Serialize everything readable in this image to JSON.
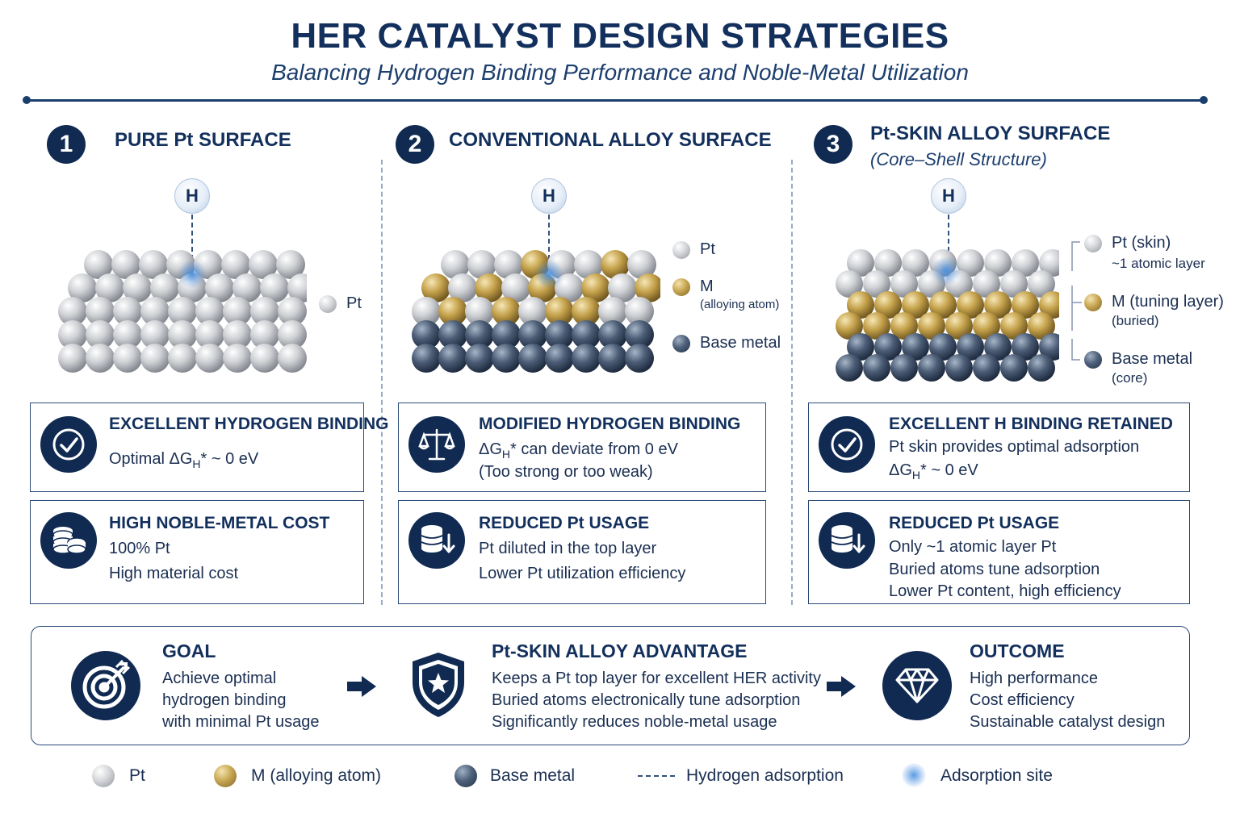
{
  "header": {
    "title": "HER CATALYST DESIGN STRATEGIES",
    "subtitle": "Balancing Hydrogen Binding Performance and Noble-Metal Utilization"
  },
  "sections": [
    {
      "number": "1",
      "title": "PURE Pt SURFACE",
      "h_label": "H",
      "legend": [
        {
          "label": "Pt"
        }
      ],
      "cards": [
        {
          "icon": "check-icon",
          "heading": "EXCELLENT HYDROGEN BINDING",
          "lines": [
            "Optimal ΔG",
            "H",
            "* ~ 0 eV"
          ]
        },
        {
          "icon": "coins-icon",
          "heading": "HIGH NOBLE-METAL COST",
          "lines": [
            "100% Pt",
            "High material cost"
          ]
        }
      ]
    },
    {
      "number": "2",
      "title": "CONVENTIONAL ALLOY SURFACE",
      "h_label": "H",
      "legend": [
        {
          "label": "Pt"
        },
        {
          "label": "M",
          "note": "(alloying atom)"
        },
        {
          "label": "Base metal"
        }
      ],
      "cards": [
        {
          "icon": "balance-scale-icon",
          "heading": "MODIFIED HYDROGEN BINDING",
          "lines": [
            "ΔG",
            "H",
            "* can deviate from 0 eV",
            "(Too strong or too weak)"
          ]
        },
        {
          "icon": "database-down-icon",
          "heading": "REDUCED Pt USAGE",
          "lines": [
            "Pt diluted in the top layer",
            "Lower Pt utilization efficiency"
          ]
        }
      ]
    },
    {
      "number": "3",
      "title": "Pt-SKIN ALLOY SURFACE",
      "subtitle": "(Core–Shell Structure)",
      "h_label": "H",
      "legend": [
        {
          "label": "Pt (skin)",
          "note": "~1 atomic layer"
        },
        {
          "label": "M (tuning layer)",
          "note": "(buried)"
        },
        {
          "label": "Base metal",
          "note": "(core)"
        }
      ],
      "cards": [
        {
          "icon": "check-icon",
          "heading": "EXCELLENT H BINDING RETAINED",
          "lines": [
            "Pt skin provides optimal adsorption",
            "ΔG",
            "H",
            "* ~ 0 eV"
          ]
        },
        {
          "icon": "database-down-icon",
          "heading": "REDUCED Pt USAGE",
          "lines": [
            "Only ~1 atomic layer Pt",
            "Buried atoms tune adsorption",
            "Lower Pt content, high efficiency"
          ]
        }
      ]
    }
  ],
  "summary": [
    {
      "icon": "target-icon",
      "heading": "GOAL",
      "lines": [
        "Achieve optimal",
        "hydrogen binding",
        "with minimal Pt usage"
      ]
    },
    {
      "icon": "shield-star-icon",
      "heading": "Pt-SKIN ALLOY ADVANTAGE",
      "lines": [
        "Keeps a Pt top layer for excellent HER activity",
        "Buried atoms electronically tune adsorption",
        "Significantly reduces noble-metal usage"
      ]
    },
    {
      "icon": "diamond-icon",
      "heading": "OUTCOME",
      "lines": [
        "High performance",
        "Cost efficiency",
        "Sustainable catalyst design"
      ]
    }
  ],
  "bottom_legend": [
    {
      "label": "Pt"
    },
    {
      "label": "M (alloying atom)"
    },
    {
      "label": "Base metal"
    },
    {
      "label": "Hydrogen adsorption"
    },
    {
      "label": "Adsorption site"
    }
  ],
  "colors": {
    "navy": "#102a52",
    "pt": "#c9cbcf",
    "m": "#c8a752",
    "base": "#4e6079",
    "adsorption": "#4a90e2"
  }
}
